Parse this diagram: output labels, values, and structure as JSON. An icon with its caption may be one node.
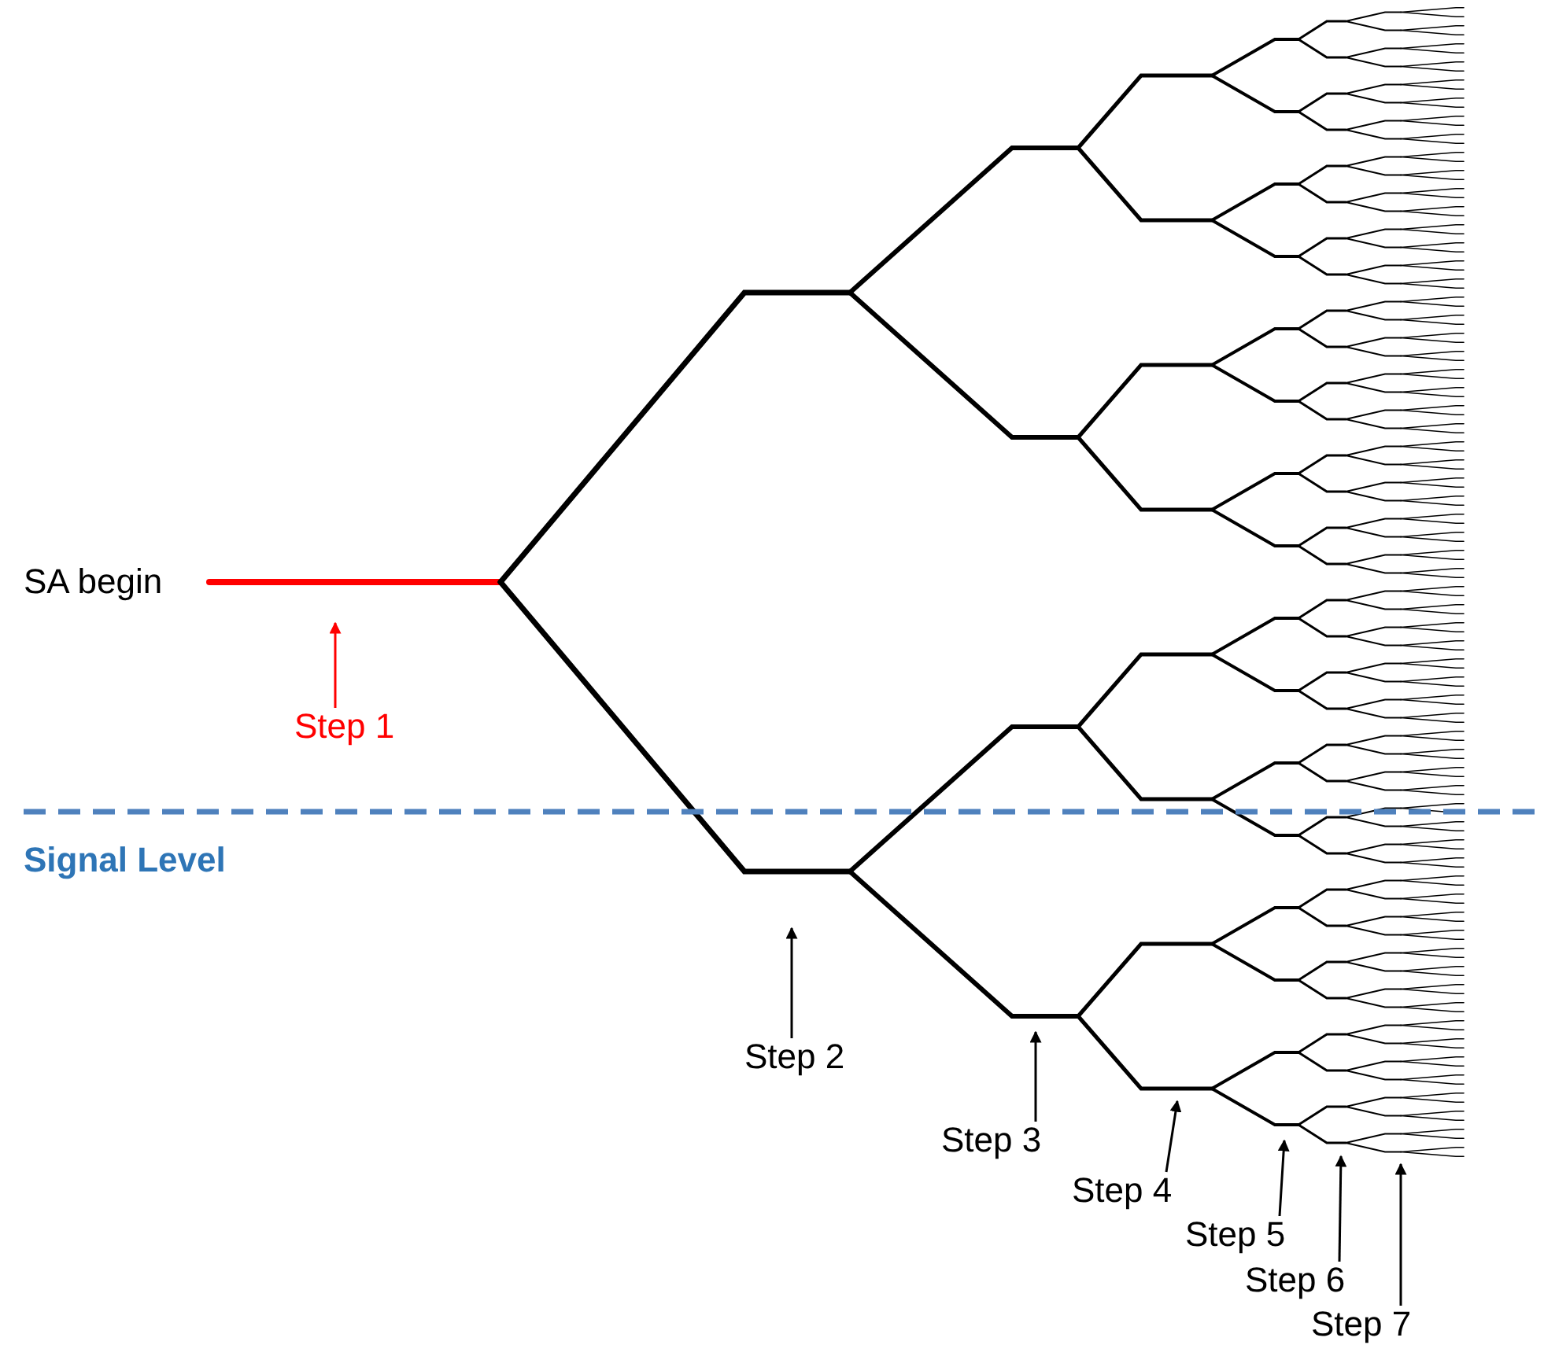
{
  "diagram": {
    "nodes": [
      {
        "text": [
          "Step 1"
        ]
      },
      {
        "text": [
          "Step 2"
        ]
      },
      {
        "text": [
          "Step 3"
        ]
      },
      {
        "text": [
          "Step 4"
        ]
      },
      {
        "text": [
          "Step 5"
        ]
      },
      {
        "text": [
          "Step 6"
        ]
      },
      {
        "text": [
          "Step 7"
        ]
      }
    ],
    "edges": [
      {
        "from": 0,
        "to": null,
        "arrow": "to",
        "color": "#ff0000"
      },
      {
        "from": 1,
        "to": null,
        "arrow": "to"
      },
      {
        "from": 2,
        "to": null,
        "arrow": "to"
      },
      {
        "from": 3,
        "to": null,
        "arrow": "to"
      },
      {
        "from": 4,
        "to": null,
        "arrow": "to"
      },
      {
        "from": 5,
        "to": null,
        "arrow": "to"
      },
      {
        "from": 6,
        "to": null,
        "arrow": "to"
      }
    ],
    "labels": [
      "SA begin",
      "Signal Level"
    ]
  }
}
